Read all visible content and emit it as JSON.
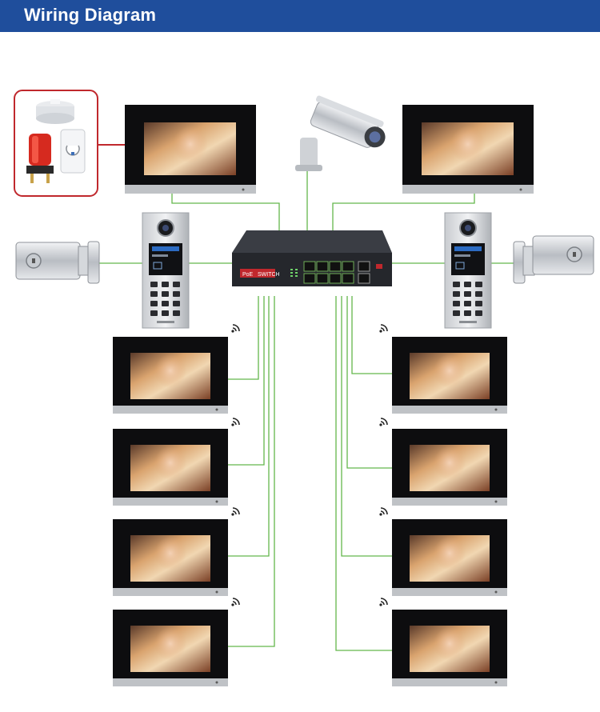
{
  "header": {
    "title": "Wiring Diagram"
  },
  "switch": {
    "label_a": "PoE",
    "label_b": "SWITCH"
  },
  "colors": {
    "header_bg": "#1f4e9c",
    "wire": "#63b64c",
    "alarm_wire": "#c0282d",
    "sensor_box_border": "#c0282d"
  },
  "icons": {
    "alarm_group": [
      "smoke-detector-icon",
      "alarm-siren-icon",
      "pir-sensor-icon"
    ],
    "camera": "cctv-camera-icon",
    "lock": "electric-lock-icon",
    "wifi": "wifi-icon"
  }
}
